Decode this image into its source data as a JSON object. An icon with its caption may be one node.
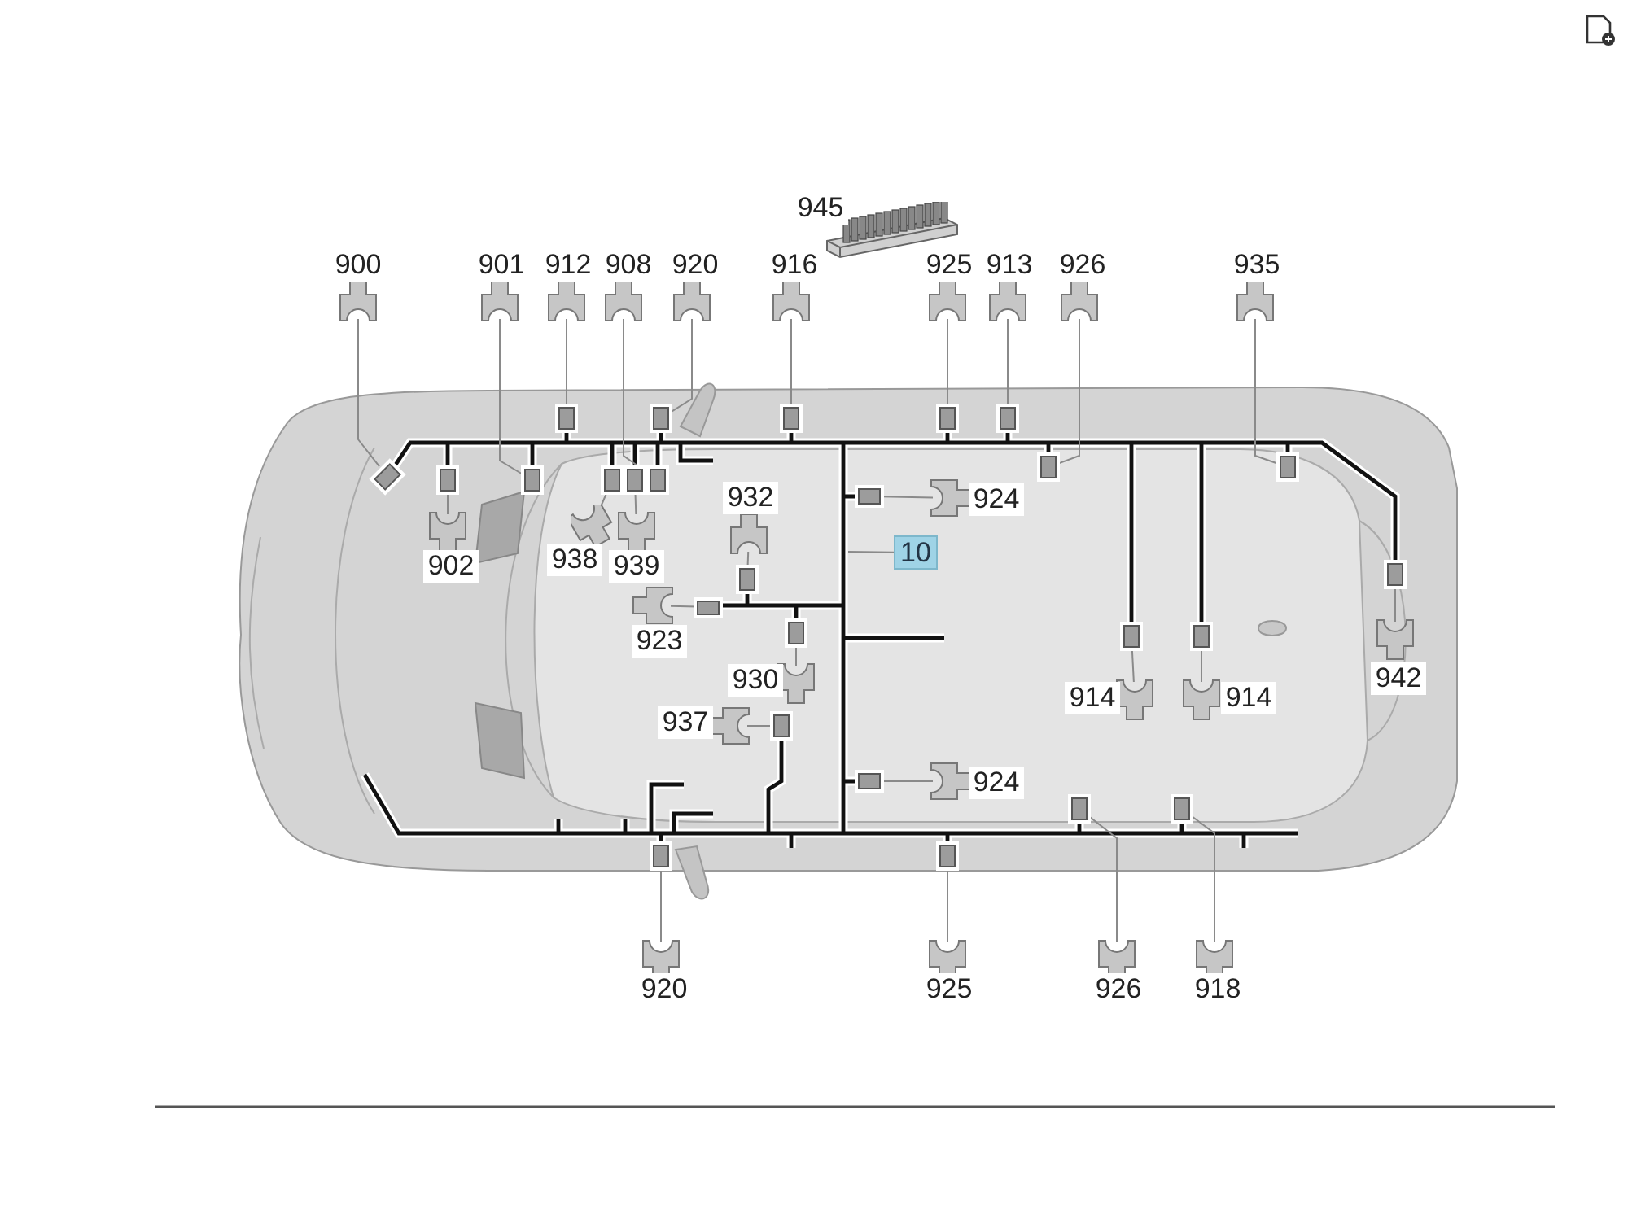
{
  "diagram": {
    "nodes": [
      {
        "text": [
          "945"
        ]
      },
      {
        "text": [
          "900"
        ]
      },
      {
        "text": [
          "901"
        ]
      },
      {
        "text": [
          "912"
        ]
      },
      {
        "text": [
          "908"
        ]
      },
      {
        "text": [
          "920"
        ]
      },
      {
        "text": [
          "916"
        ]
      },
      {
        "text": [
          "925"
        ]
      },
      {
        "text": [
          "913"
        ]
      },
      {
        "text": [
          "926"
        ]
      },
      {
        "text": [
          "935"
        ]
      },
      {
        "text": [
          "924"
        ]
      },
      {
        "text": [
          "10"
        ]
      },
      {
        "text": [
          "902"
        ]
      },
      {
        "text": [
          "938"
        ]
      },
      {
        "text": [
          "939"
        ]
      },
      {
        "text": [
          "932"
        ]
      },
      {
        "text": [
          "923"
        ]
      },
      {
        "text": [
          "930"
        ]
      },
      {
        "text": [
          "937"
        ]
      },
      {
        "text": [
          "914"
        ]
      },
      {
        "text": [
          "914"
        ]
      },
      {
        "text": [
          "942"
        ]
      },
      {
        "text": [
          "924"
        ]
      },
      {
        "text": [
          "920"
        ]
      },
      {
        "text": [
          "925"
        ]
      },
      {
        "text": [
          "926"
        ]
      },
      {
        "text": [
          "918"
        ]
      },
      {
        "text": [],
        "shape": "box"
      },
      {
        "text": [],
        "shape": "box"
      },
      {
        "text": [],
        "shape": "box"
      },
      {
        "text": [],
        "shape": "box"
      },
      {
        "text": [],
        "shape": "box"
      },
      {
        "text": [],
        "shape": "box"
      },
      {
        "text": [],
        "shape": "box"
      },
      {
        "text": [],
        "shape": "box"
      },
      {
        "text": [],
        "shape": "box"
      },
      {
        "text": [],
        "shape": "box"
      },
      {
        "text": [],
        "shape": "box"
      },
      {
        "text": [],
        "shape": "box"
      },
      {
        "text": [],
        "shape": "box"
      },
      {
        "text": [],
        "shape": "box"
      },
      {
        "text": [],
        "shape": "box"
      },
      {
        "text": [],
        "shape": "box"
      },
      {
        "text": [],
        "shape": "box"
      },
      {
        "text": [],
        "shape": "box"
      },
      {
        "text": [],
        "shape": "box"
      },
      {
        "text": [],
        "shape": "box"
      },
      {
        "text": [],
        "shape": "box"
      },
      {
        "text": [],
        "shape": "box"
      },
      {
        "text": [],
        "shape": "box"
      },
      {
        "text": [],
        "shape": "box"
      },
      {
        "text": [],
        "shape": "box"
      },
      {
        "text": [],
        "shape": "box"
      }
    ],
    "edges": [
      {
        "from": 1,
        "to": 28,
        "arrow": "none"
      },
      {
        "from": 2,
        "to": 29,
        "arrow": "none"
      },
      {
        "from": 3,
        "to": 30,
        "arrow": "none"
      },
      {
        "from": 4,
        "to": 31,
        "arrow": "none"
      },
      {
        "from": 5,
        "to": 32,
        "arrow": "none"
      },
      {
        "from": 6,
        "to": 33,
        "arrow": "none"
      },
      {
        "from": 7,
        "to": 34,
        "arrow": "none"
      },
      {
        "from": 8,
        "to": 35,
        "arrow": "none"
      },
      {
        "from": 9,
        "to": 36,
        "arrow": "none"
      },
      {
        "from": 10,
        "to": 37,
        "arrow": "none"
      },
      {
        "from": 11,
        "to": 38,
        "arrow": "none"
      },
      {
        "from": 13,
        "to": 39,
        "arrow": "none"
      },
      {
        "from": 14,
        "to": 40,
        "arrow": "none"
      },
      {
        "from": 15,
        "to": 41,
        "arrow": "none"
      },
      {
        "from": 16,
        "to": 42,
        "arrow": "none"
      },
      {
        "from": 17,
        "to": 43,
        "arrow": "none"
      },
      {
        "from": 18,
        "to": 44,
        "arrow": "none"
      },
      {
        "from": 19,
        "to": 45,
        "arrow": "none"
      },
      {
        "from": 20,
        "to": 46,
        "arrow": "none"
      },
      {
        "from": 21,
        "to": 47,
        "arrow": "none"
      },
      {
        "from": 22,
        "to": 48,
        "arrow": "none"
      },
      {
        "from": 23,
        "to": 49,
        "arrow": "none"
      },
      {
        "from": 24,
        "to": 50,
        "arrow": "none"
      },
      {
        "from": 25,
        "to": 51,
        "arrow": "none"
      },
      {
        "from": 26,
        "to": 52,
        "arrow": "none"
      },
      {
        "from": 27,
        "to": 53,
        "arrow": "none"
      },
      {
        "from": 12,
        "to": null,
        "arrow": "none"
      }
    ]
  }
}
